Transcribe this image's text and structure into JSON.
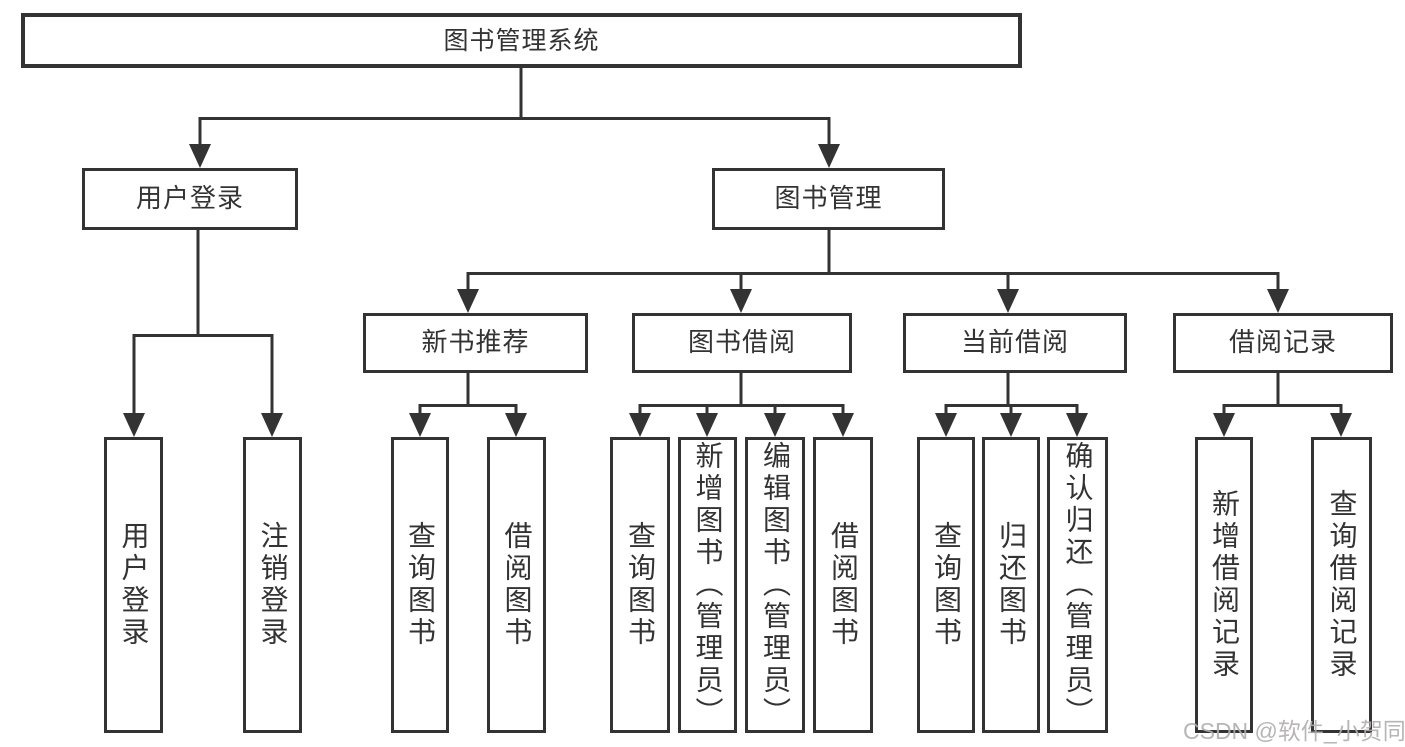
{
  "tree": {
    "label": "图书管理系统",
    "children": [
      {
        "label": "用户登录",
        "children": [
          {
            "label": "用户登录"
          },
          {
            "label": "注销登录"
          }
        ]
      },
      {
        "label": "图书管理",
        "children": [
          {
            "label": "新书推荐",
            "children": [
              {
                "label": "查询图书"
              },
              {
                "label": "借阅图书"
              }
            ]
          },
          {
            "label": "图书借阅",
            "children": [
              {
                "label": "查询图书"
              },
              {
                "label": "新增图书（管理员）"
              },
              {
                "label": "编辑图书（管理员）"
              },
              {
                "label": "借阅图书"
              }
            ]
          },
          {
            "label": "当前借阅",
            "children": [
              {
                "label": "查询图书"
              },
              {
                "label": "归还图书"
              },
              {
                "label": "确认归还（管理员）"
              }
            ]
          },
          {
            "label": "借阅记录",
            "children": [
              {
                "label": "新增借阅记录"
              },
              {
                "label": "查询借阅记录"
              }
            ]
          }
        ]
      }
    ]
  },
  "watermark": {
    "text": "CSDN @软件_小贺同学"
  },
  "colors": {
    "line": "#333333",
    "background": "#ffffff",
    "text": "#333333",
    "watermark": "#b0adad"
  }
}
